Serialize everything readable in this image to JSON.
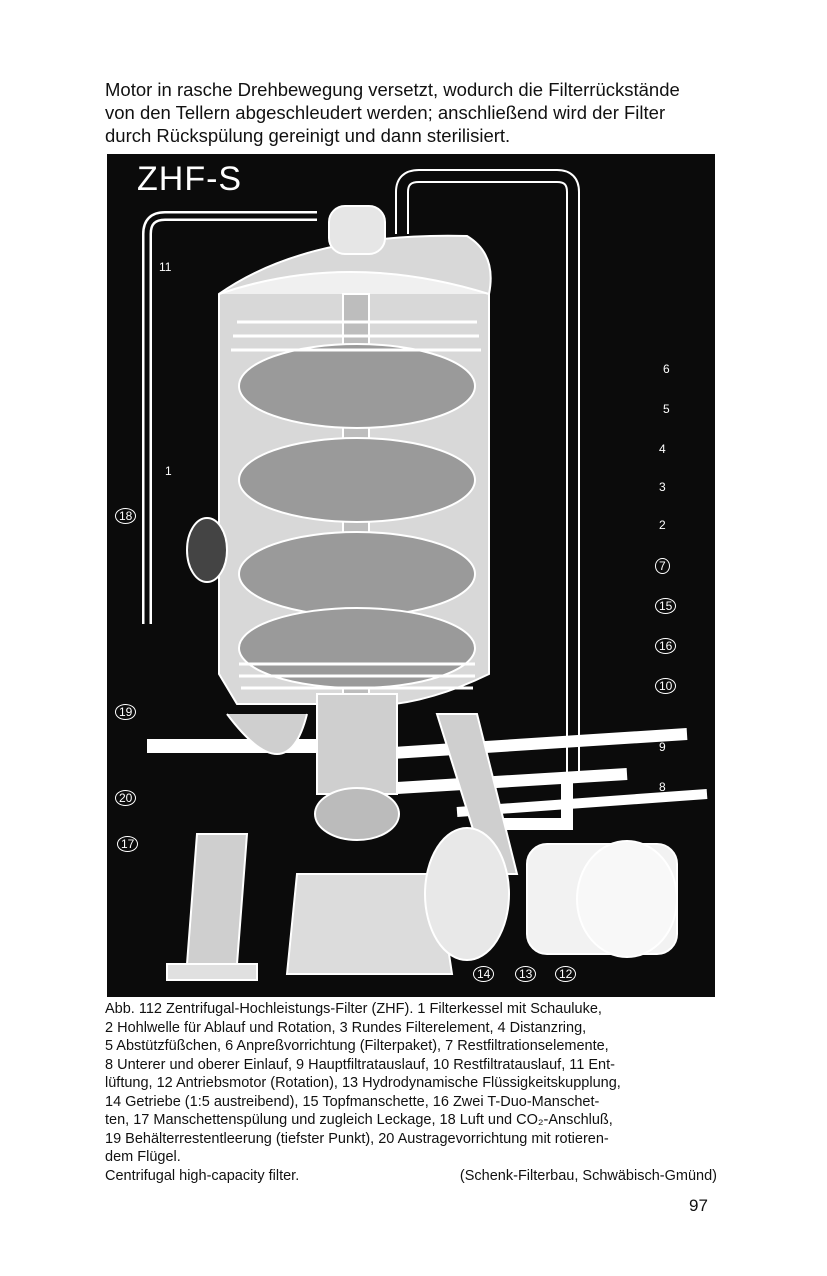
{
  "intro": {
    "lines": [
      "Motor in rasche Drehbewegung versetzt, wodurch die Filterrückstände",
      "von den Tellern abgeschleudert werden; anschließend wird der Filter",
      "durch Rückspülung gereinigt und dann sterilisiert."
    ]
  },
  "figure": {
    "title": "ZHF-S",
    "callouts": [
      "11",
      "6",
      "5",
      "4",
      "3",
      "2",
      "7",
      "15",
      "16",
      "10",
      "9",
      "8",
      "1",
      "18",
      "19",
      "20",
      "17",
      "14",
      "13",
      "12"
    ]
  },
  "caption": {
    "lines": [
      "Abb. 112 Zentrifugal-Hochleistungs-Filter (ZHF). 1 Filterkessel mit Schauluke,",
      "2 Hohlwelle für Ablauf und Rotation, 3 Rundes Filterelement, 4 Distanzring,",
      "5 Abstützfüßchen, 6 Anpreßvorrichtung (Filterpaket), 7 Restfiltrationselemente,",
      "8 Unterer und oberer Einlauf, 9 Hauptfiltratauslauf, 10 Restfiltratauslauf, 11 Ent-",
      "lüftung, 12 Antriebsmotor (Rotation), 13 Hydrodynamische Flüssigkeitskupplung,",
      "14 Getriebe (1:5 austreibend), 15 Topfmanschette, 16 Zwei T-Duo-Manschet-",
      "ten, 17 Manschettenspülung und zugleich Leckage, 18 Luft und CO₂-Anschluß,",
      "19 Behälterrestentleerung (tiefster Punkt), 20 Austragevorrichtung mit rotieren-",
      "dem Flügel."
    ],
    "english": "Centrifugal high-capacity filter.",
    "source": "(Schenk-Filterbau, Schwäbisch-Gmünd)"
  },
  "page_number": "97"
}
